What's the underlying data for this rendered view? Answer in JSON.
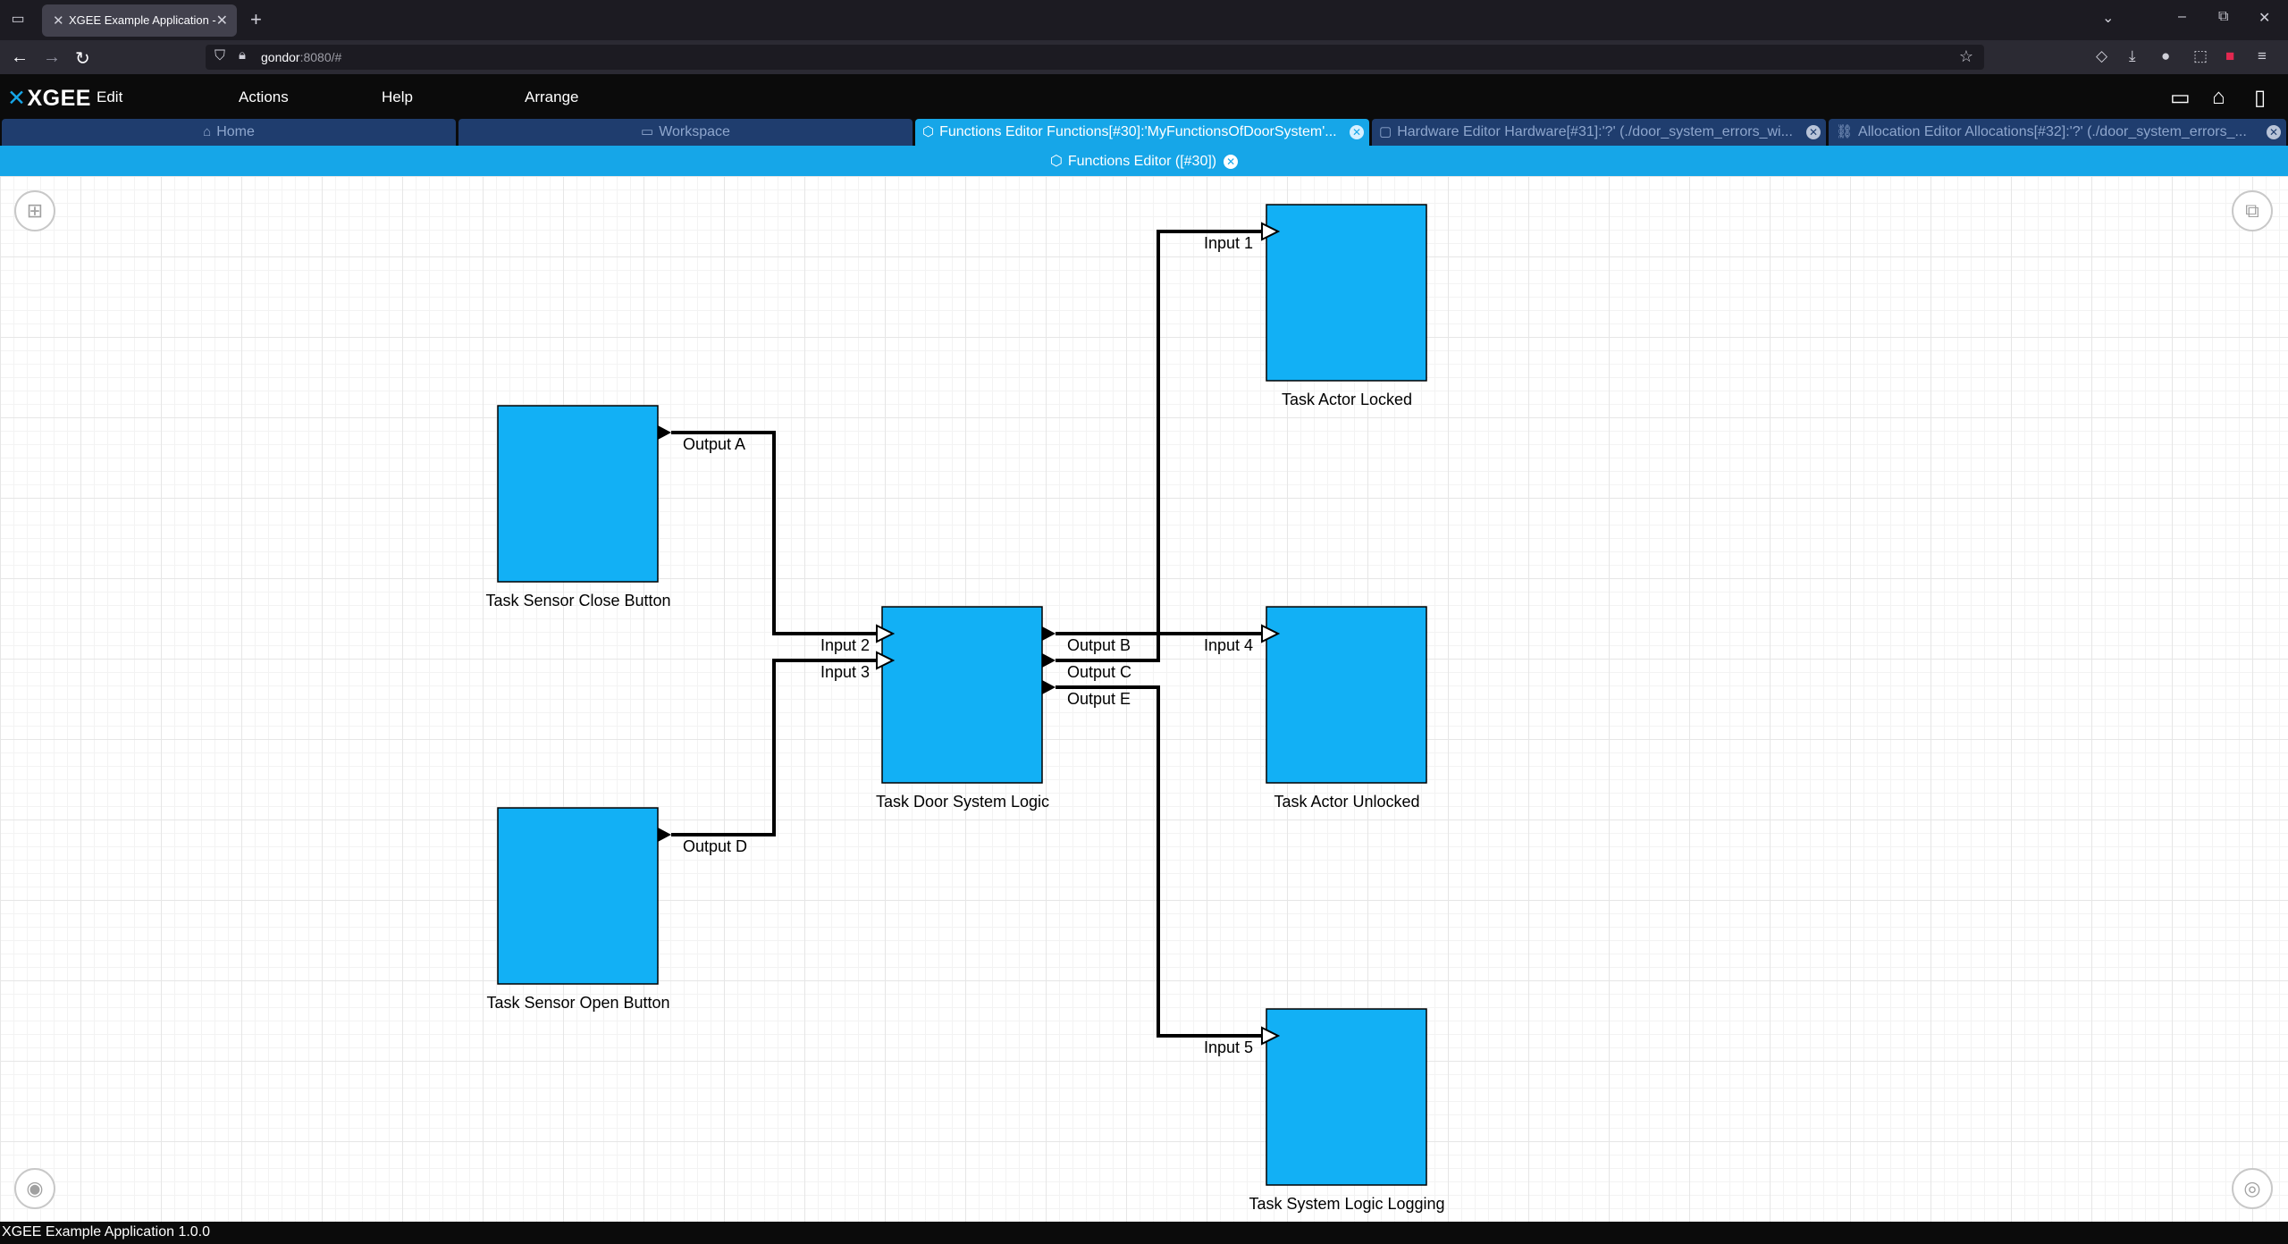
{
  "browser": {
    "tab_title": "XGEE Example Application - Fu",
    "url_host": "gondor",
    "url_rest": ":8080/#"
  },
  "app": {
    "logo": "XGEE",
    "menu": [
      "Edit",
      "Actions",
      "Help",
      "Arrange"
    ]
  },
  "tabs": [
    {
      "icon": "home-icon",
      "label": "Home",
      "active": false
    },
    {
      "icon": "folder-icon",
      "label": "Workspace",
      "active": false
    },
    {
      "icon": "functions-icon",
      "label": "Functions Editor Functions[#30]:'MyFunctionsOfDoorSystem'...",
      "active": true
    },
    {
      "icon": "hardware-icon",
      "label": "Hardware Editor Hardware[#31]:'?' (./door_system_errors_wi...",
      "active": false
    },
    {
      "icon": "link-icon",
      "label": "Allocation Editor Allocations[#32]:'?' (./door_system_errors_...",
      "active": false
    }
  ],
  "subtab": {
    "label": "Functions Editor ([#30])"
  },
  "status": {
    "text": "XGEE Example Application 1.0.0"
  },
  "colors": {
    "task_fill": "#12b0f5",
    "accent": "#16a6e8"
  },
  "diagram": {
    "tasks": [
      {
        "id": "t1",
        "name": "Task Sensor Close Button"
      },
      {
        "id": "t2",
        "name": "Task Sensor Open Button"
      },
      {
        "id": "t3",
        "name": "Task Door System Logic"
      },
      {
        "id": "t4",
        "name": "Task Actor Locked"
      },
      {
        "id": "t5",
        "name": "Task Actor Unlocked"
      },
      {
        "id": "t6",
        "name": "Task System Logic Logging"
      }
    ],
    "ports": [
      {
        "task": "t1",
        "label": "Output A",
        "type": "output"
      },
      {
        "task": "t2",
        "label": "Output D",
        "type": "output"
      },
      {
        "task": "t3",
        "label": "Input 2",
        "type": "input"
      },
      {
        "task": "t3",
        "label": "Input 3",
        "type": "input"
      },
      {
        "task": "t3",
        "label": "Output B",
        "type": "output"
      },
      {
        "task": "t3",
        "label": "Output C",
        "type": "output"
      },
      {
        "task": "t3",
        "label": "Output E",
        "type": "output"
      },
      {
        "task": "t4",
        "label": "Input 1",
        "type": "input"
      },
      {
        "task": "t5",
        "label": "Input 4",
        "type": "input"
      },
      {
        "task": "t6",
        "label": "Input 5",
        "type": "input"
      }
    ],
    "connections": [
      {
        "from": "Output A",
        "to": "Input 2"
      },
      {
        "from": "Output D",
        "to": "Input 3"
      },
      {
        "from": "Output B",
        "to": "Input 1"
      },
      {
        "from": "Output C",
        "to": "Input 4"
      },
      {
        "from": "Output E",
        "to": "Input 5"
      }
    ]
  }
}
